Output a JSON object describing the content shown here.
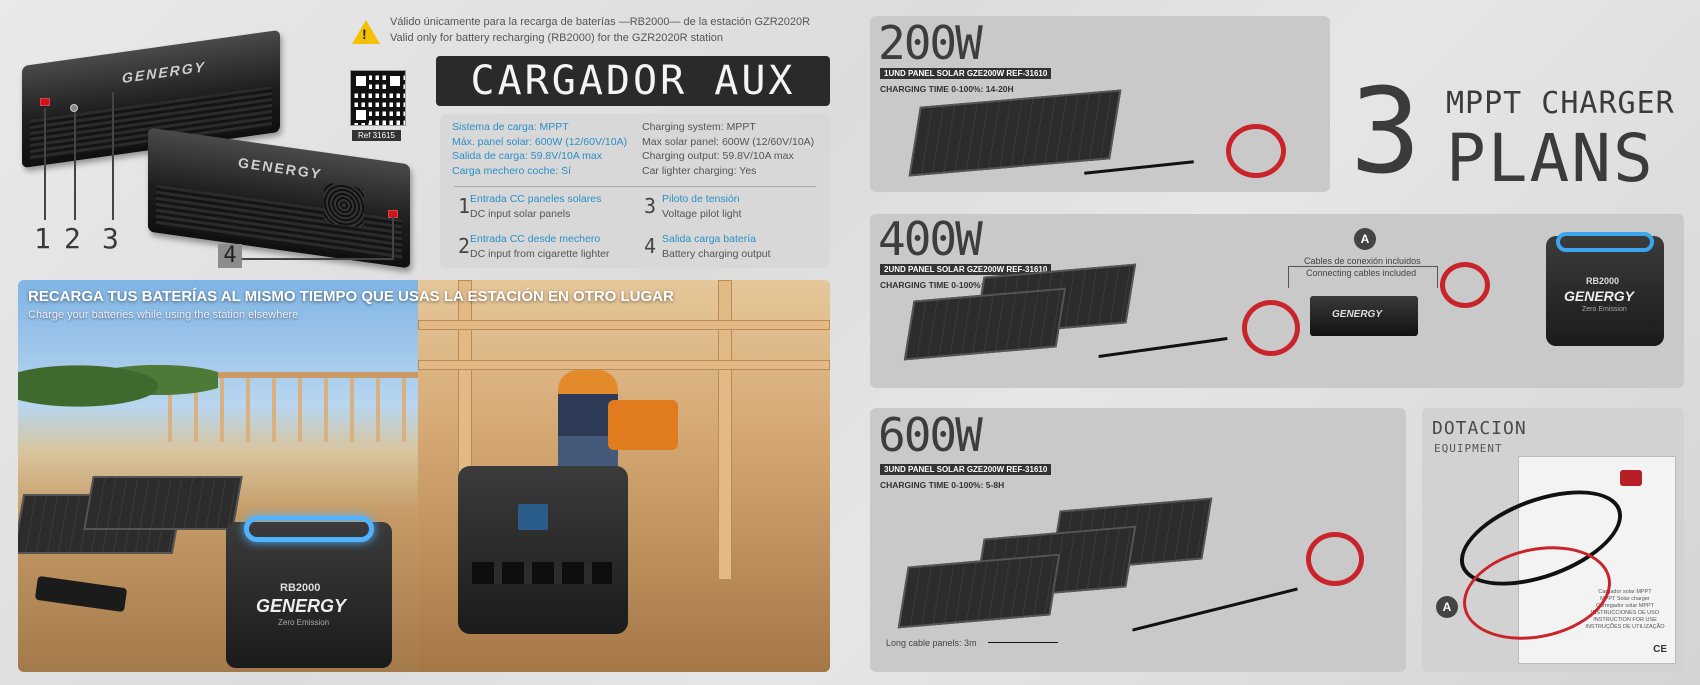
{
  "warning": {
    "line1": "Válido únicamente para la recarga de baterías —RB2000— de la estación GZR2020R",
    "line2": "Valid only for battery recharging (RB2000) for the GZR2020R station"
  },
  "qr": {
    "ref": "Ref 31615"
  },
  "title": "CARGADOR AUX MPPT",
  "charger": {
    "brand": "GENERGY"
  },
  "callouts": [
    "1",
    "2",
    "3",
    "4"
  ],
  "specs": {
    "es": [
      "Sistema de carga: MPPT",
      "Máx. panel solar: 600W (12/60V/10A)",
      "Salida de carga: 59.8V/10A max",
      "Carga mechero coche: Sí"
    ],
    "en": [
      "Charging system: MPPT",
      "Max solar panel: 600W (12/60V/10A)",
      "Charging output: 59.8V/10A max",
      "Car lighter charging: Yes"
    ]
  },
  "io": [
    {
      "num": "1",
      "es": "Entrada CC paneles solares",
      "en": "DC input solar panels"
    },
    {
      "num": "2",
      "es": "Entrada CC desde mechero",
      "en": "DC input from cigarette lighter"
    },
    {
      "num": "3",
      "es": "Piloto de tensión",
      "en": "Voltage pilot light"
    },
    {
      "num": "4",
      "es": "Salida carga batería",
      "en": "Battery charging output"
    }
  ],
  "photo": {
    "headline": "RECARGA TUS BATERÍAS AL MISMO TIEMPO QUE USAS LA ESTACIÓN EN OTRO LUGAR",
    "sub": "Charge your batteries while using the station elsewhere",
    "battery_brand": "GENERGY",
    "battery_model": "RB2000",
    "battery_tag": "Zero Emission"
  },
  "plans": [
    {
      "watt": "200W",
      "tag": "1UND PANEL SOLAR GZE200W REF-31610",
      "time": "CHARGING TIME 0-100%: 14-20H"
    },
    {
      "watt": "400W",
      "tag": "2UND PANEL SOLAR GZE200W REF-31610",
      "time": "CHARGING TIME 0-100%: 7-12H"
    },
    {
      "watt": "600W",
      "tag": "3UND PANEL SOLAR GZE200W REF-31610",
      "time": "CHARGING TIME 0-100%: 5-8H"
    }
  ],
  "big_title": {
    "number": "3",
    "line1": "MPPT CHARGER",
    "line2": "PLANS"
  },
  "connect": {
    "badge": "A",
    "es": "Cables de conexión incluidos",
    "en": "Connecting cables included",
    "charger_brand": "GENERGY",
    "station_model": "RB2000",
    "station_brand": "GENERGY",
    "station_tag": "Zero Emission"
  },
  "long_cable": "Long cable panels: 3m",
  "equipment": {
    "title": "DOTACION",
    "sub": "EQUIPMENT",
    "badge": "A",
    "booklet": [
      "Cargador solar MPPT",
      "MPPT Solar charger",
      "Carregador solar MPPT",
      "INSTRUCCIONES DE USO",
      "INSTRUCTION FOR USE",
      "INSTRUÇÕES DE UTILIZAÇÃO"
    ],
    "ce": "CE"
  }
}
